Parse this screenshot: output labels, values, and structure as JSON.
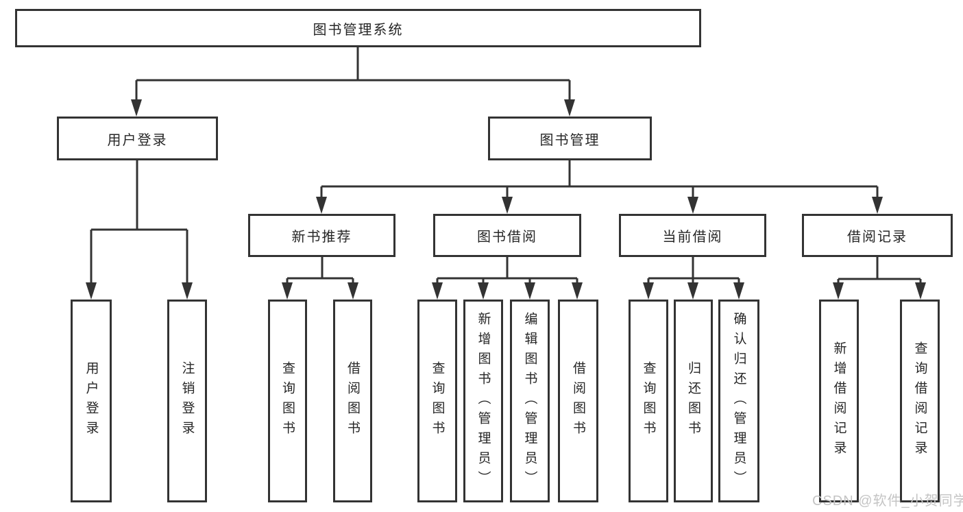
{
  "diagram_type": "hierarchy-tree",
  "colors": {
    "line": "#333333",
    "border": "#333333",
    "text": "#262626",
    "watermark": "#c4c4c4",
    "background": "#ffffff"
  },
  "watermark": "CSDN @软件_小贺同学",
  "tree": {
    "label": "图书管理系统",
    "children": [
      {
        "label": "用户登录",
        "children": [
          {
            "label": "用户登录"
          },
          {
            "label": "注销登录"
          }
        ]
      },
      {
        "label": "图书管理",
        "children": [
          {
            "label": "新书推荐",
            "children": [
              {
                "label": "查询图书"
              },
              {
                "label": "借阅图书"
              }
            ]
          },
          {
            "label": "图书借阅",
            "children": [
              {
                "label": "查询图书"
              },
              {
                "label": "新增图书（管理员）"
              },
              {
                "label": "编辑图书（管理员）"
              },
              {
                "label": "借阅图书"
              }
            ]
          },
          {
            "label": "当前借阅",
            "children": [
              {
                "label": "查询图书"
              },
              {
                "label": "归还图书"
              },
              {
                "label": "确认归还（管理员）"
              }
            ]
          },
          {
            "label": "借阅记录",
            "children": [
              {
                "label": "新增借阅记录"
              },
              {
                "label": "查询借阅记录"
              }
            ]
          }
        ]
      }
    ]
  }
}
